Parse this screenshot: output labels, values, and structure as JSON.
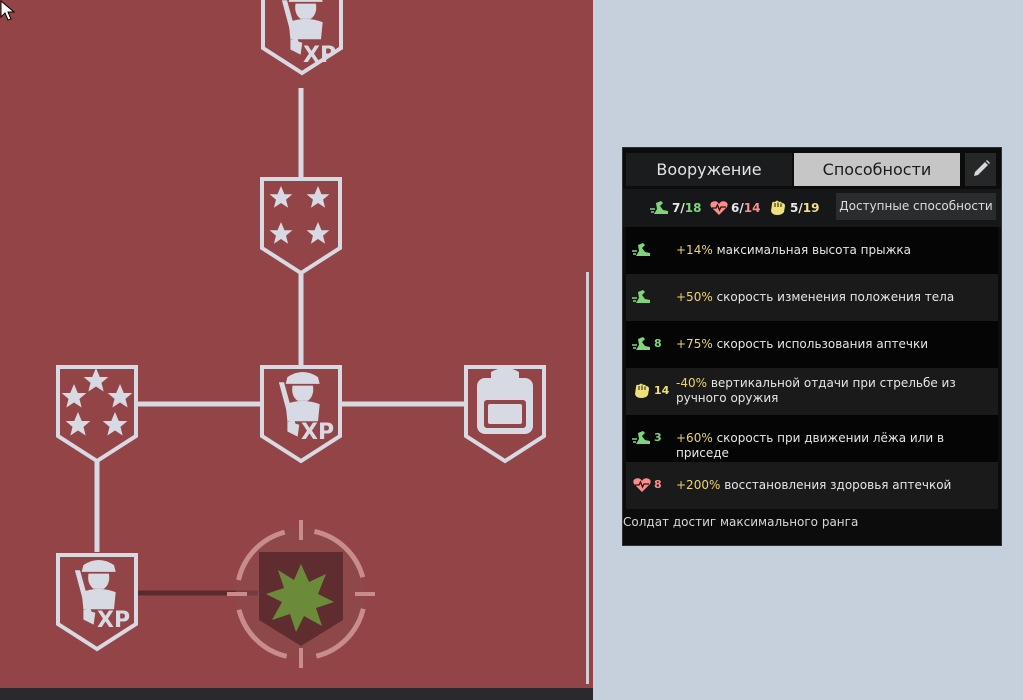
{
  "panel": {
    "tabs": [
      {
        "label": "Вооружение",
        "active": false
      },
      {
        "label": "Способности",
        "active": true
      }
    ],
    "edit_icon": "pencil-icon",
    "stats": {
      "agility": {
        "current": "7",
        "sep": "/",
        "max": "18",
        "icon": "agility-icon",
        "color": "#7fd67a"
      },
      "vitality": {
        "current": "6",
        "sep": "/",
        "max": "14",
        "icon": "heart-icon",
        "color": "#ff8b8b"
      },
      "strength": {
        "current": "5",
        "sep": "/",
        "max": "19",
        "icon": "fist-icon",
        "color": "#efe07a"
      }
    },
    "available_button": "Доступные способности",
    "abilities": [
      {
        "icon": "agility-icon",
        "level": "",
        "value": "+14%",
        "text": "максимальная высота прыжка"
      },
      {
        "icon": "agility-icon",
        "level": "",
        "value": "+50%",
        "text": "скорость изменения положения тела"
      },
      {
        "icon": "agility-icon",
        "level": "8",
        "value": "+75%",
        "text": "скорость использования аптечки"
      },
      {
        "icon": "fist-icon",
        "level": "14",
        "value": "-40%",
        "text": "вертикальной отдачи при стрельбе из ручного оружия"
      },
      {
        "icon": "agility-icon",
        "level": "3",
        "value": "+60%",
        "text": "скорость при движении лёжа или в приседе"
      },
      {
        "icon": "heart-icon",
        "level": "8",
        "value": "+200%",
        "text": "восстановления здоровья аптечкой"
      }
    ],
    "status": "Солдат достиг максимального ранга"
  },
  "tree": {
    "nodes": [
      {
        "id": "xp-top",
        "icon": "soldier-xp-icon",
        "badge": "XP"
      },
      {
        "id": "four-stars",
        "icon": "four-stars-icon"
      },
      {
        "id": "five-stars",
        "icon": "five-stars-icon"
      },
      {
        "id": "xp-center",
        "icon": "soldier-xp-icon",
        "badge": "XP"
      },
      {
        "id": "backpack",
        "icon": "backpack-icon"
      },
      {
        "id": "xp-bottom",
        "icon": "soldier-xp-icon",
        "badge": "XP"
      },
      {
        "id": "explosion",
        "icon": "explosion-icon",
        "selected": true
      }
    ],
    "colors": {
      "background": "#934446",
      "node": "#d7d9e3",
      "selected": "#6b8a3a"
    }
  }
}
